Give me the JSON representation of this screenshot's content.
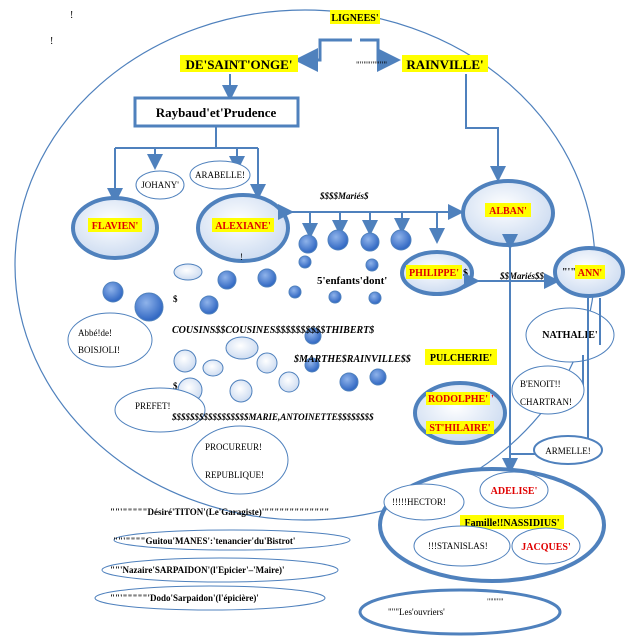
{
  "colors": {
    "stroke": "#4f81bd",
    "fill_light": "#dbe6f5",
    "fill_dark": "#4a7fd0",
    "highlight": "#ffff00",
    "red": "#e00000"
  },
  "margin_marks": [
    "!",
    "!"
  ],
  "header": {
    "title": "LIGNEES'"
  },
  "lineages": {
    "left": "DE'SAINT'ONGE'",
    "right_prefix": "\"\"\"\"\"'\"\"\"",
    "right": "RAINVILLE'"
  },
  "couple": "Raybaud'et'Prudence",
  "children": {
    "johany": "JOHANY'",
    "arabelle": "ARABELLE!",
    "flavien": "FLAVIEN'",
    "alexiane": "ALEXIANE'",
    "alban": "ALBAN'"
  },
  "maries_1": "$$$$Mariés$",
  "maries_2": "$$Mariés$$",
  "five_children": "5'enfants'dont'",
  "philippe": "PHILIPPE'",
  "philippe_suffix": "$",
  "ann_prefix": "\"'\"",
  "ann": "ANN'",
  "exclamation": "!",
  "dollar_1": "$",
  "dollar_2": "$",
  "abbe": [
    "Abbé!de!",
    "BOISJOLI!"
  ],
  "cousins": "COUSINS$$COUSINES$$$$$$$$$$THIBERT$",
  "marthe": "$MARTHE$RAINVILLE$$",
  "pulcherie": "PULCHERIE'",
  "nathalie": "NATHALIE'",
  "benoit": [
    "B'ENOIT!!",
    "CHARTRAN!"
  ],
  "prefet": "PREFET!",
  "marie": "$$$$$$$$$$$$$$$$$MARIE,ANTOINETTE$$$$$$$$",
  "rodolphe": "RODOLPHE'",
  "rodolphe_suffix": "'",
  "st_hilaire": "ST'HILAIRE'",
  "procureur": "PROCUREUR!",
  "republique": "REPUBLIQUE!",
  "armelle": "ARMELLE!",
  "hector": "!!!!!HECTOR!",
  "adelise": "ADELISE'",
  "famille": "Famille!!NASSIDIUS'",
  "stanislas": "!!!STANISLAS!",
  "jacques": "JACQUES'",
  "villagers": [
    "\"\"'\"\"\"\"\"Désiré'TITON'(Le'Garagiste)'\"\"\"\"\"\"\"\"\"\"\"\"\"",
    "\"\"'\"\"\"\"Guitou'MANES':'tenancier'du'Bistrot'",
    "\"\"'Nazaire'SARPAIDON'(l'Epicier'–'Maire)'",
    "\"\"'\"\"\"\"\"'Dodo'Sarpaidon'(l'épicière)'"
  ],
  "ouvriers": "\"\"\"Les'ouvriers'",
  "ouvriers_suffix": "\"\"\"\"\""
}
